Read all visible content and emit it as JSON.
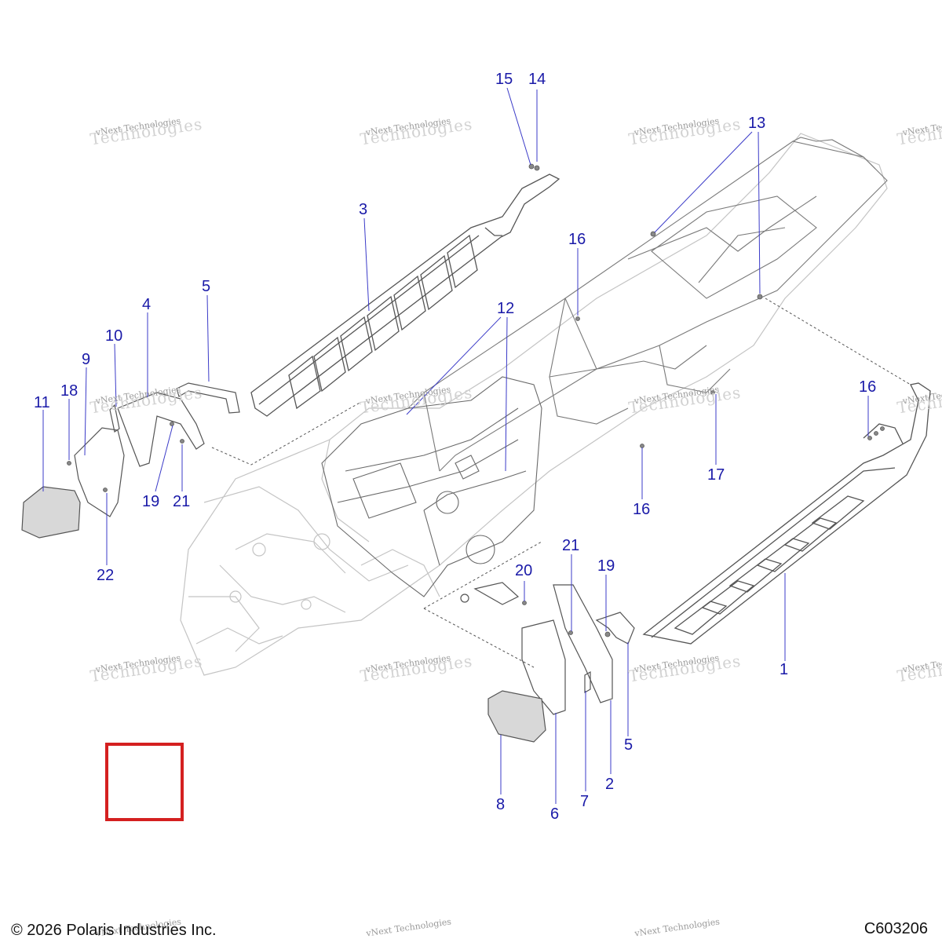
{
  "footer": {
    "copyright": "© 2026 Polaris Industries Inc.",
    "diagram_code": "C603206"
  },
  "watermark": {
    "line1": "vNext Technologies",
    "line2": "Technologies"
  },
  "callouts": [
    "1",
    "2",
    "3",
    "4",
    "5",
    "5",
    "6",
    "7",
    "8",
    "9",
    "10",
    "11",
    "12",
    "12",
    "13",
    "13",
    "14",
    "15",
    "16",
    "16",
    "16",
    "16",
    "17",
    "18",
    "19",
    "19",
    "20",
    "21",
    "21",
    "22"
  ],
  "colors": {
    "callout_text": "#1a1aa8",
    "leader_line": "#3b3bc8",
    "highlight_box": "#d42020",
    "part_line": "#6a6a6a",
    "frame_line": "#c4c4c4",
    "pad_fill": "#d8d8d8"
  }
}
